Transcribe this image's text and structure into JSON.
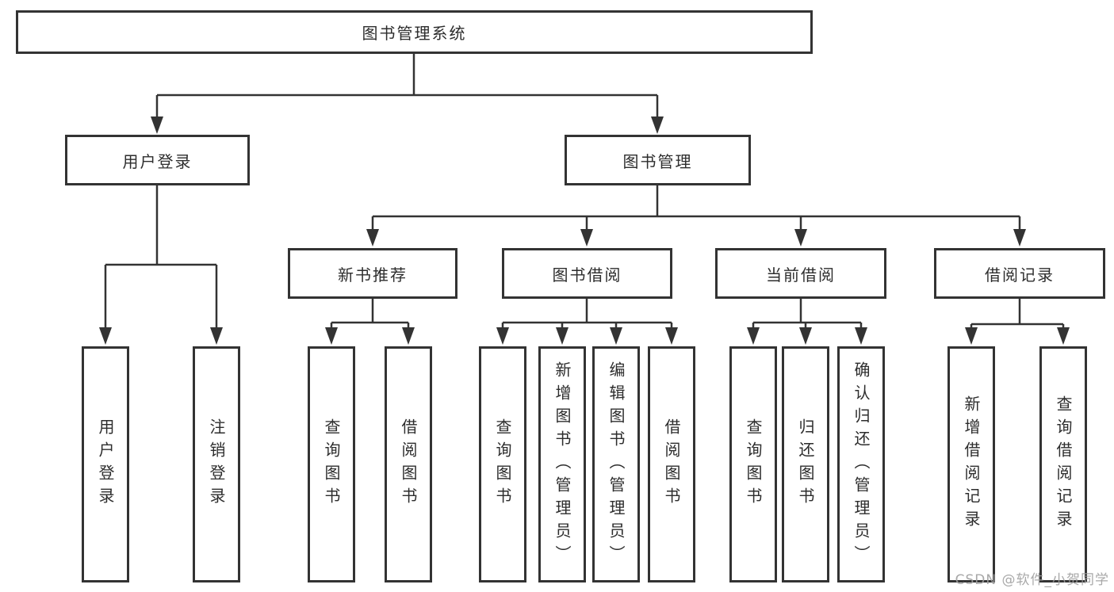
{
  "root": {
    "label": "图书管理系统"
  },
  "user_login": {
    "label": "用户登录",
    "children": [
      {
        "label": "用户登录"
      },
      {
        "label": "注销登录"
      }
    ]
  },
  "book_mgmt": {
    "label": "图书管理"
  },
  "new_book_rec": {
    "label": "新书推荐",
    "children": [
      {
        "label": "查询图书"
      },
      {
        "label": "借阅图书"
      }
    ]
  },
  "book_borrow": {
    "label": "图书借阅",
    "children": [
      {
        "label": "查询图书"
      },
      {
        "label": "新增图书（管理员）"
      },
      {
        "label": "编辑图书（管理员）"
      },
      {
        "label": "借阅图书"
      }
    ]
  },
  "current_borrow": {
    "label": "当前借阅",
    "children": [
      {
        "label": "查询图书"
      },
      {
        "label": "归还图书"
      },
      {
        "label": "确认归还（管理员）"
      }
    ]
  },
  "borrow_records": {
    "label": "借阅记录",
    "children": [
      {
        "label": "新增借阅记录"
      },
      {
        "label": "查询借阅记录"
      }
    ]
  },
  "watermark": {
    "text": "CSDN @软件_小贺同学"
  },
  "colors": {
    "line": "#333333",
    "text": "#2d2d2d",
    "watermark": "#9e9e9e"
  }
}
